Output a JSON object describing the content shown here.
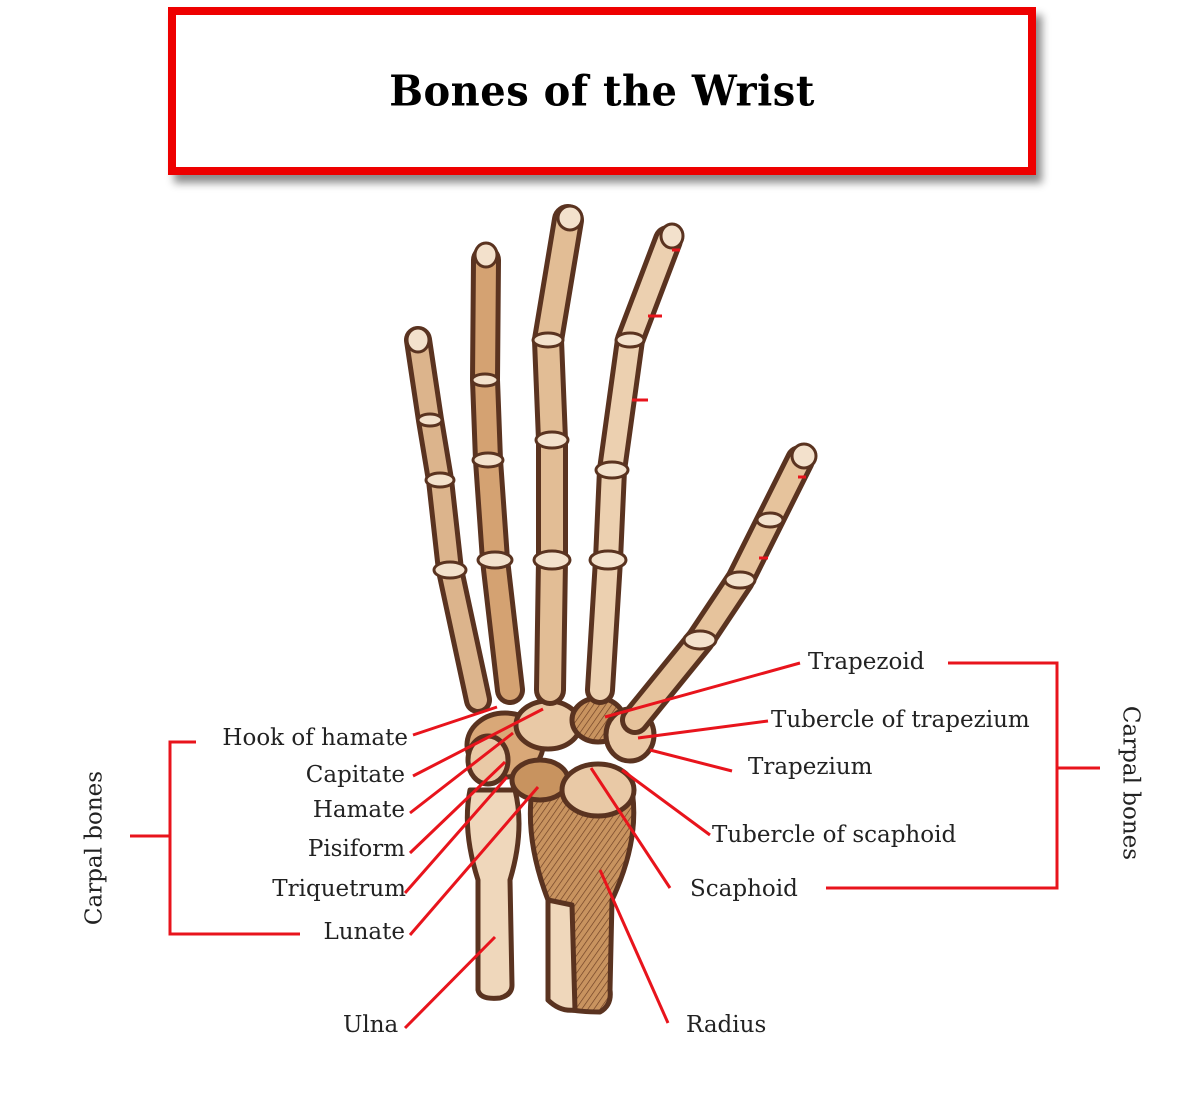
{
  "title": "Bones of the Wrist",
  "colors": {
    "border_red": "#ee0000",
    "leader_red": "#e8141c",
    "bone_fill": "#e9c9a6",
    "bone_shade": "#b98558",
    "bone_outline": "#5a3320",
    "text": "#222222"
  },
  "left_group": {
    "bracket_label": "Carpal bones",
    "labels": [
      {
        "text": "Hook of hamate"
      },
      {
        "text": "Capitate"
      },
      {
        "text": "Hamate"
      },
      {
        "text": "Pisiform"
      },
      {
        "text": "Triquetrum"
      },
      {
        "text": "Lunate"
      }
    ]
  },
  "right_group": {
    "bracket_label": "Carpal bones",
    "labels": [
      {
        "text": "Trapezoid"
      },
      {
        "text": "Tubercle of trapezium"
      },
      {
        "text": "Trapezium"
      },
      {
        "text": "Tubercle of scaphoid"
      },
      {
        "text": "Scaphoid"
      }
    ]
  },
  "bottom_labels": {
    "ulna": "Ulna",
    "radius": "Radius"
  }
}
